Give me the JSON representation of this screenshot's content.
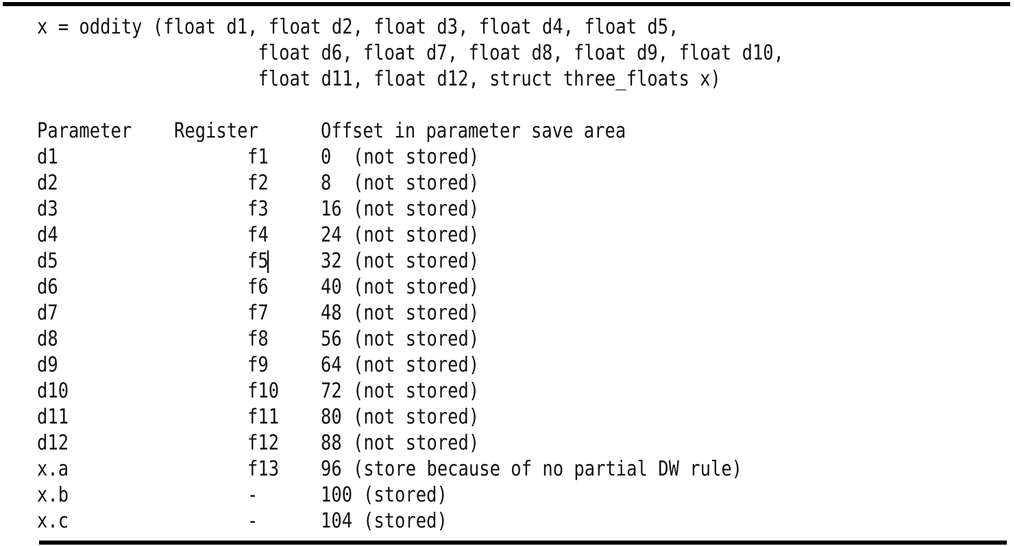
{
  "figure": {
    "signature": {
      "lines": [
        "x = oddity (float d1, float d2, float d3, float d4, float d5,",
        "                     float d6, float d7, float d8, float d9, float d10,",
        "                     float d11, float d12, struct three_floats x)"
      ]
    },
    "table": {
      "headers": {
        "parameter": "Parameter",
        "register": "Register",
        "offset": "Offset in parameter save area"
      },
      "rows": [
        {
          "parameter": "d1",
          "register": "f1",
          "offset": "0",
          "note": "(not stored)"
        },
        {
          "parameter": "d2",
          "register": "f2",
          "offset": "8",
          "note": "(not stored)"
        },
        {
          "parameter": "d3",
          "register": "f3",
          "offset": "16",
          "note": "(not stored)"
        },
        {
          "parameter": "d4",
          "register": "f4",
          "offset": "24",
          "note": "(not stored)"
        },
        {
          "parameter": "d5",
          "register": "f5",
          "offset": "32",
          "note": "(not stored)",
          "caret": true
        },
        {
          "parameter": "d6",
          "register": "f6",
          "offset": "40",
          "note": "(not stored)"
        },
        {
          "parameter": "d7",
          "register": "f7",
          "offset": "48",
          "note": "(not stored)"
        },
        {
          "parameter": "d8",
          "register": "f8",
          "offset": "56",
          "note": "(not stored)"
        },
        {
          "parameter": "d9",
          "register": "f9",
          "offset": "64",
          "note": "(not stored)"
        },
        {
          "parameter": "d10",
          "register": "f10",
          "offset": "72",
          "note": "(not stored)"
        },
        {
          "parameter": "d11",
          "register": "f11",
          "offset": "80",
          "note": "(not stored)"
        },
        {
          "parameter": "d12",
          "register": "f12",
          "offset": "88",
          "note": "(not stored)"
        },
        {
          "parameter": "x.a",
          "register": "f13",
          "offset": "96",
          "note": "(store because of no partial DW rule)"
        },
        {
          "parameter": "x.b",
          "register": "-",
          "offset": "100",
          "note": "(stored)"
        },
        {
          "parameter": "x.c",
          "register": "-",
          "offset": "104",
          "note": "(stored)"
        }
      ]
    },
    "caret": {
      "row_parameter": "d5",
      "position": "after-register"
    },
    "colors": {
      "background": "#ffffff",
      "text": "#121212",
      "rule": "#000000"
    }
  }
}
